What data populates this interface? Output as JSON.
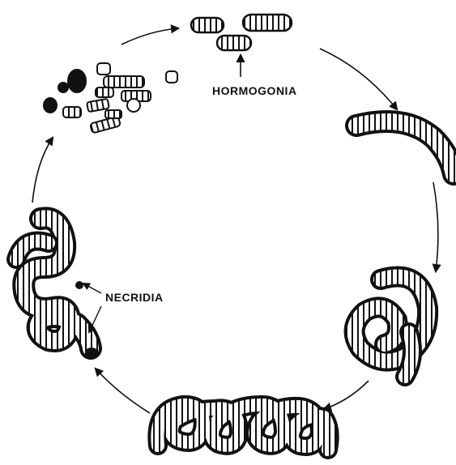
{
  "labels": {
    "hormogonia": "HORMOGONIA",
    "necridia": "NECRIDIA"
  },
  "stages": [
    "fragmented-filament",
    "hormogonia",
    "growing-filament",
    "coiling-filament",
    "mature-coiled-mat",
    "filament-with-necridia"
  ],
  "colors": {
    "ink": "#111111",
    "paper": "#ffffff"
  }
}
